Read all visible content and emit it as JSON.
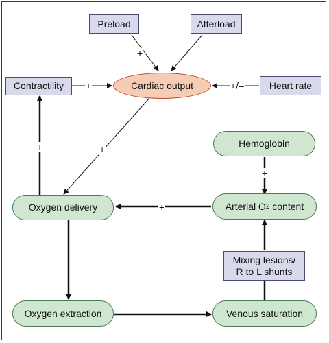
{
  "nodes": {
    "preload": "Preload",
    "afterload": "Afterload",
    "contractility": "Contractility",
    "cardiac_output": "Cardiac output",
    "heart_rate": "Heart rate",
    "hemoglobin": "Hemoglobin",
    "oxygen_delivery": "Oxygen delivery",
    "arterial_o2_content_prefix": "Arterial O",
    "arterial_o2_content_sub": "2",
    "arterial_o2_content_suffix": " content",
    "mixing_lesions_line1": "Mixing lesions/",
    "mixing_lesions_line2": "R to L shunts",
    "oxygen_extraction": "Oxygen extraction",
    "venous_saturation": "Venous saturation"
  },
  "signs": {
    "preload_to_co": "+",
    "contractility_to_co": "+",
    "heart_rate_to_co": "+/–",
    "co_to_delivery": "+",
    "delivery_to_contractility": "+",
    "hemoglobin_to_arterial": "+",
    "arterial_to_delivery": "+"
  },
  "colors": {
    "rect_fill": "#d9d9ec",
    "pill_fill": "#cfe7d0",
    "oval_fill": "#f6cdb4",
    "oval_border": "#b14a30"
  }
}
